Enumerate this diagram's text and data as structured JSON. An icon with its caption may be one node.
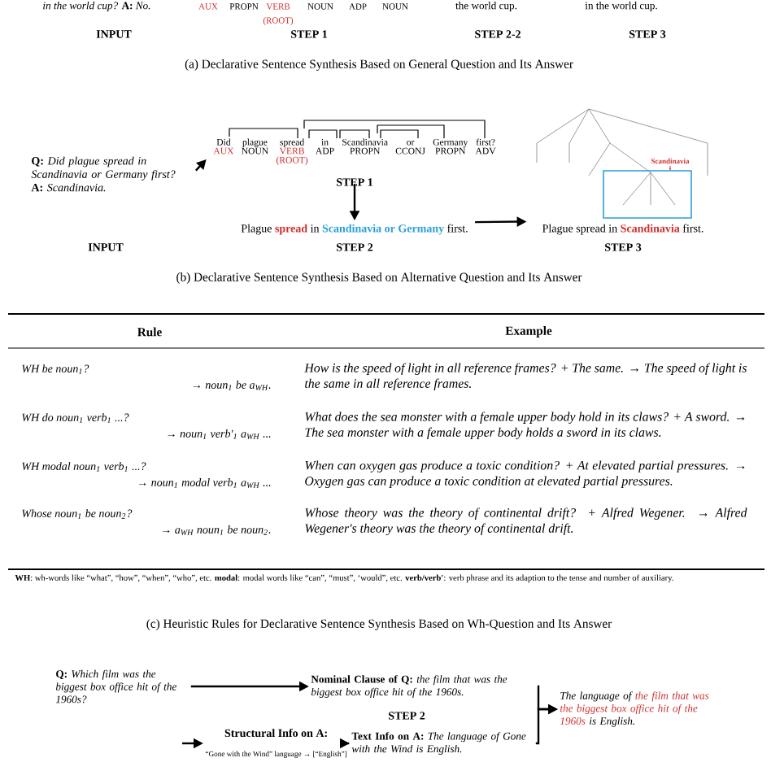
{
  "diagram": {
    "nodes": [
      {
        "text": [
          "**Q:** *Did plague spread in Scandinavia or Germany first?* **A:** *Scandinavia.*"
        ]
      },
      {
        "text": [
          "Did",
          "plague",
          "spread",
          "in",
          "Scandinavia",
          "or",
          "Germany",
          "first?",
          "AUX",
          "NOUN",
          "VERB",
          "ADP",
          "PROPN",
          "CCONJ",
          "PROPN",
          "ADV",
          "(ROOT)"
        ]
      },
      {
        "text": [
          "Plague",
          "spread",
          "in",
          "Scandinavia or Germany",
          "first."
        ]
      },
      {
        "text": [],
        "shape": "tree"
      },
      {
        "text": [
          "Plague spread in",
          "Scandinavia",
          "first."
        ]
      },
      {
        "text": [
          "**Q:** *Which film was the biggest box office hit of the 1960s?*"
        ]
      },
      {
        "text": [
          "**Nominal Clause of Q:** *the film that was the biggest box office hit of the 1960s.*"
        ]
      },
      {
        "text": [
          "Structural Info on A:",
          "“Gone with the Wind” language → [“English”]"
        ]
      },
      {
        "text": [
          "**Text Info on A:** *The language of Gone with the Wind is English.*"
        ]
      },
      {
        "text": [
          "The language of",
          "the film that was the biggest box office hit of the 1960s",
          "is English."
        ]
      }
    ],
    "edges": [
      {
        "from": 0,
        "to": 1,
        "arrow": "to"
      },
      {
        "from": 1,
        "to": 2,
        "arrow": "to"
      },
      {
        "from": 2,
        "to": 3,
        "arrow": "to"
      },
      {
        "from": 5,
        "to": 6,
        "arrow": "to"
      },
      {
        "from": null,
        "to": 7,
        "arrow": "to"
      },
      {
        "from": 7,
        "to": 8,
        "arrow": "to"
      },
      {
        "from": 6,
        "to": 9,
        "arrow": "to"
      },
      {
        "from": 8,
        "to": 9,
        "arrow": "to"
      }
    ],
    "labels": [
      "*in the world cup?* **A:** *No.*",
      "AUX",
      "PROPN",
      "VERB",
      "NOUN",
      "ADP",
      "NOUN",
      "(ROOT)",
      "the world cup.",
      "in the world cup.",
      "INPUT",
      "STEP 1",
      "STEP 2-2",
      "STEP 3",
      "(a) Declarative Sentence Synthesis Based on General Question and Its Answer",
      "Scandinavia",
      "STEP 1",
      "INPUT",
      "STEP 2",
      "STEP 3",
      "(b) Declarative Sentence Synthesis Based on Alternative Question and Its Answer",
      "Rule",
      "Example",
      "WH be noun$_{1}$?",
      "→ noun$_{1}$ be a$_{WH}$.",
      "How is the speed of light in all reference frames? + The same. → The speed of light is the same in all reference frames.",
      "WH do noun$_{1}$ verb$_{1}$ ...?",
      "→ noun$_{1}$ verb′$_{1}$ a$_{WH}$ ...",
      "What does the sea monster with a female upper body hold in its claws? + A sword. → The sea monster with a female upper body holds a sword in its claws.",
      "WH modal noun$_{1}$ verb$_{1}$ ...?",
      "→ noun$_{1}$ modal verb$_{1}$ a$_{WH}$ ...",
      "When can oxygen gas produce a toxic condition? + At elevated partial pressures. → Oxygen gas can produce a toxic condition at elevated partial pressures.",
      "Whose noun$_{1}$ be noun$_{2}$?",
      "→ a$_{WH}$ noun$_{1}$ be noun$_{2}$.",
      "Whose theory was the theory of continental drift? + Alfred Wegener. → Alfred Wegener's theory was the theory of continental drift.",
      "**WH**: wh-words like “what”, “how”, “when”, “who”, etc. **modal**: modal words like “can”, “must”, ‘would”, etc. **verb/verb′**: verb phrase and its adaption to the tense and number of auxiliary.",
      "(c) Heuristic Rules for Declarative Sentence Synthesis Based on Wh-Question and Its Answer",
      "STEP 2"
    ]
  }
}
